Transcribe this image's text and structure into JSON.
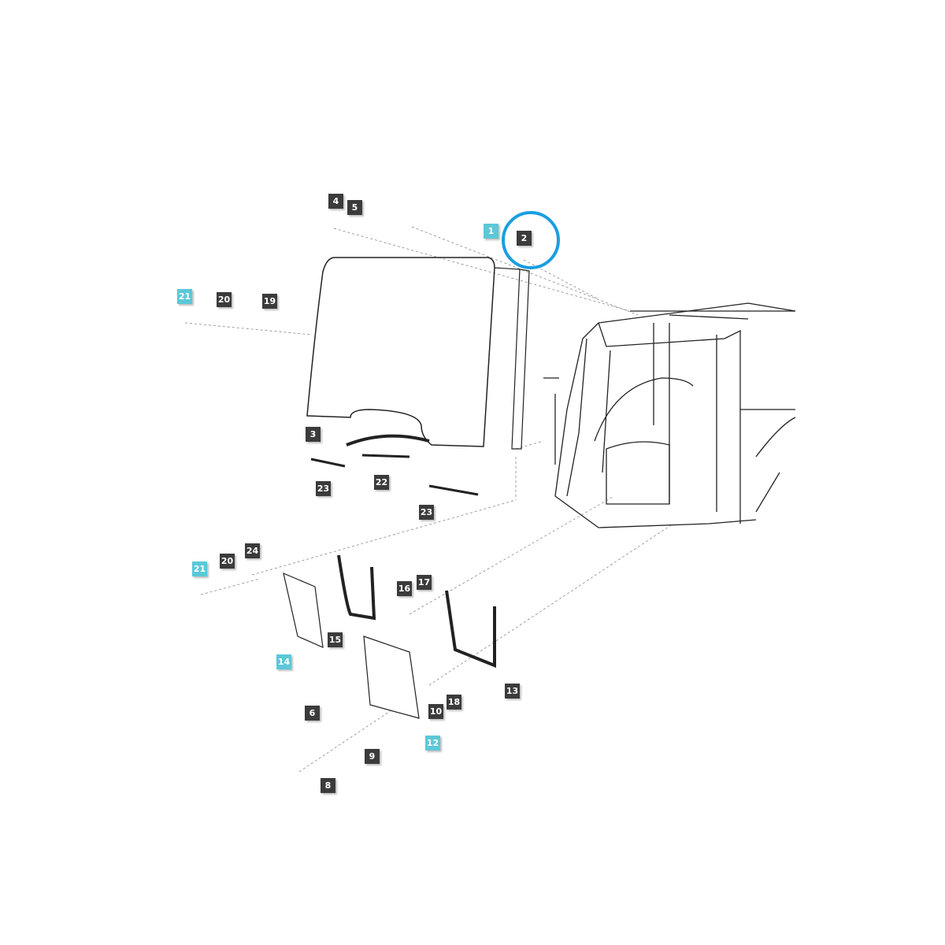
{
  "colors": {
    "label_dark": "#3b3b3b",
    "label_highlight": "#5bc8d8",
    "highlight_circle": "#1a9ee0",
    "line": "#222222"
  },
  "callouts": [
    {
      "number": "4",
      "highlighted": false
    },
    {
      "number": "5",
      "highlighted": false
    },
    {
      "number": "1",
      "highlighted": true
    },
    {
      "number": "2",
      "highlighted": false,
      "circled": true
    },
    {
      "number": "21",
      "highlighted": true
    },
    {
      "number": "20",
      "highlighted": false
    },
    {
      "number": "19",
      "highlighted": false
    },
    {
      "number": "3",
      "highlighted": false
    },
    {
      "number": "23",
      "highlighted": false
    },
    {
      "number": "22",
      "highlighted": false
    },
    {
      "number": "23",
      "highlighted": false
    },
    {
      "number": "24",
      "highlighted": false
    },
    {
      "number": "20",
      "highlighted": false
    },
    {
      "number": "21",
      "highlighted": true
    },
    {
      "number": "16",
      "highlighted": false
    },
    {
      "number": "17",
      "highlighted": false
    },
    {
      "number": "15",
      "highlighted": false
    },
    {
      "number": "14",
      "highlighted": true
    },
    {
      "number": "13",
      "highlighted": false
    },
    {
      "number": "18",
      "highlighted": false
    },
    {
      "number": "10",
      "highlighted": false
    },
    {
      "number": "12",
      "highlighted": true
    },
    {
      "number": "6",
      "highlighted": false
    },
    {
      "number": "9",
      "highlighted": false
    },
    {
      "number": "8",
      "highlighted": false
    }
  ]
}
